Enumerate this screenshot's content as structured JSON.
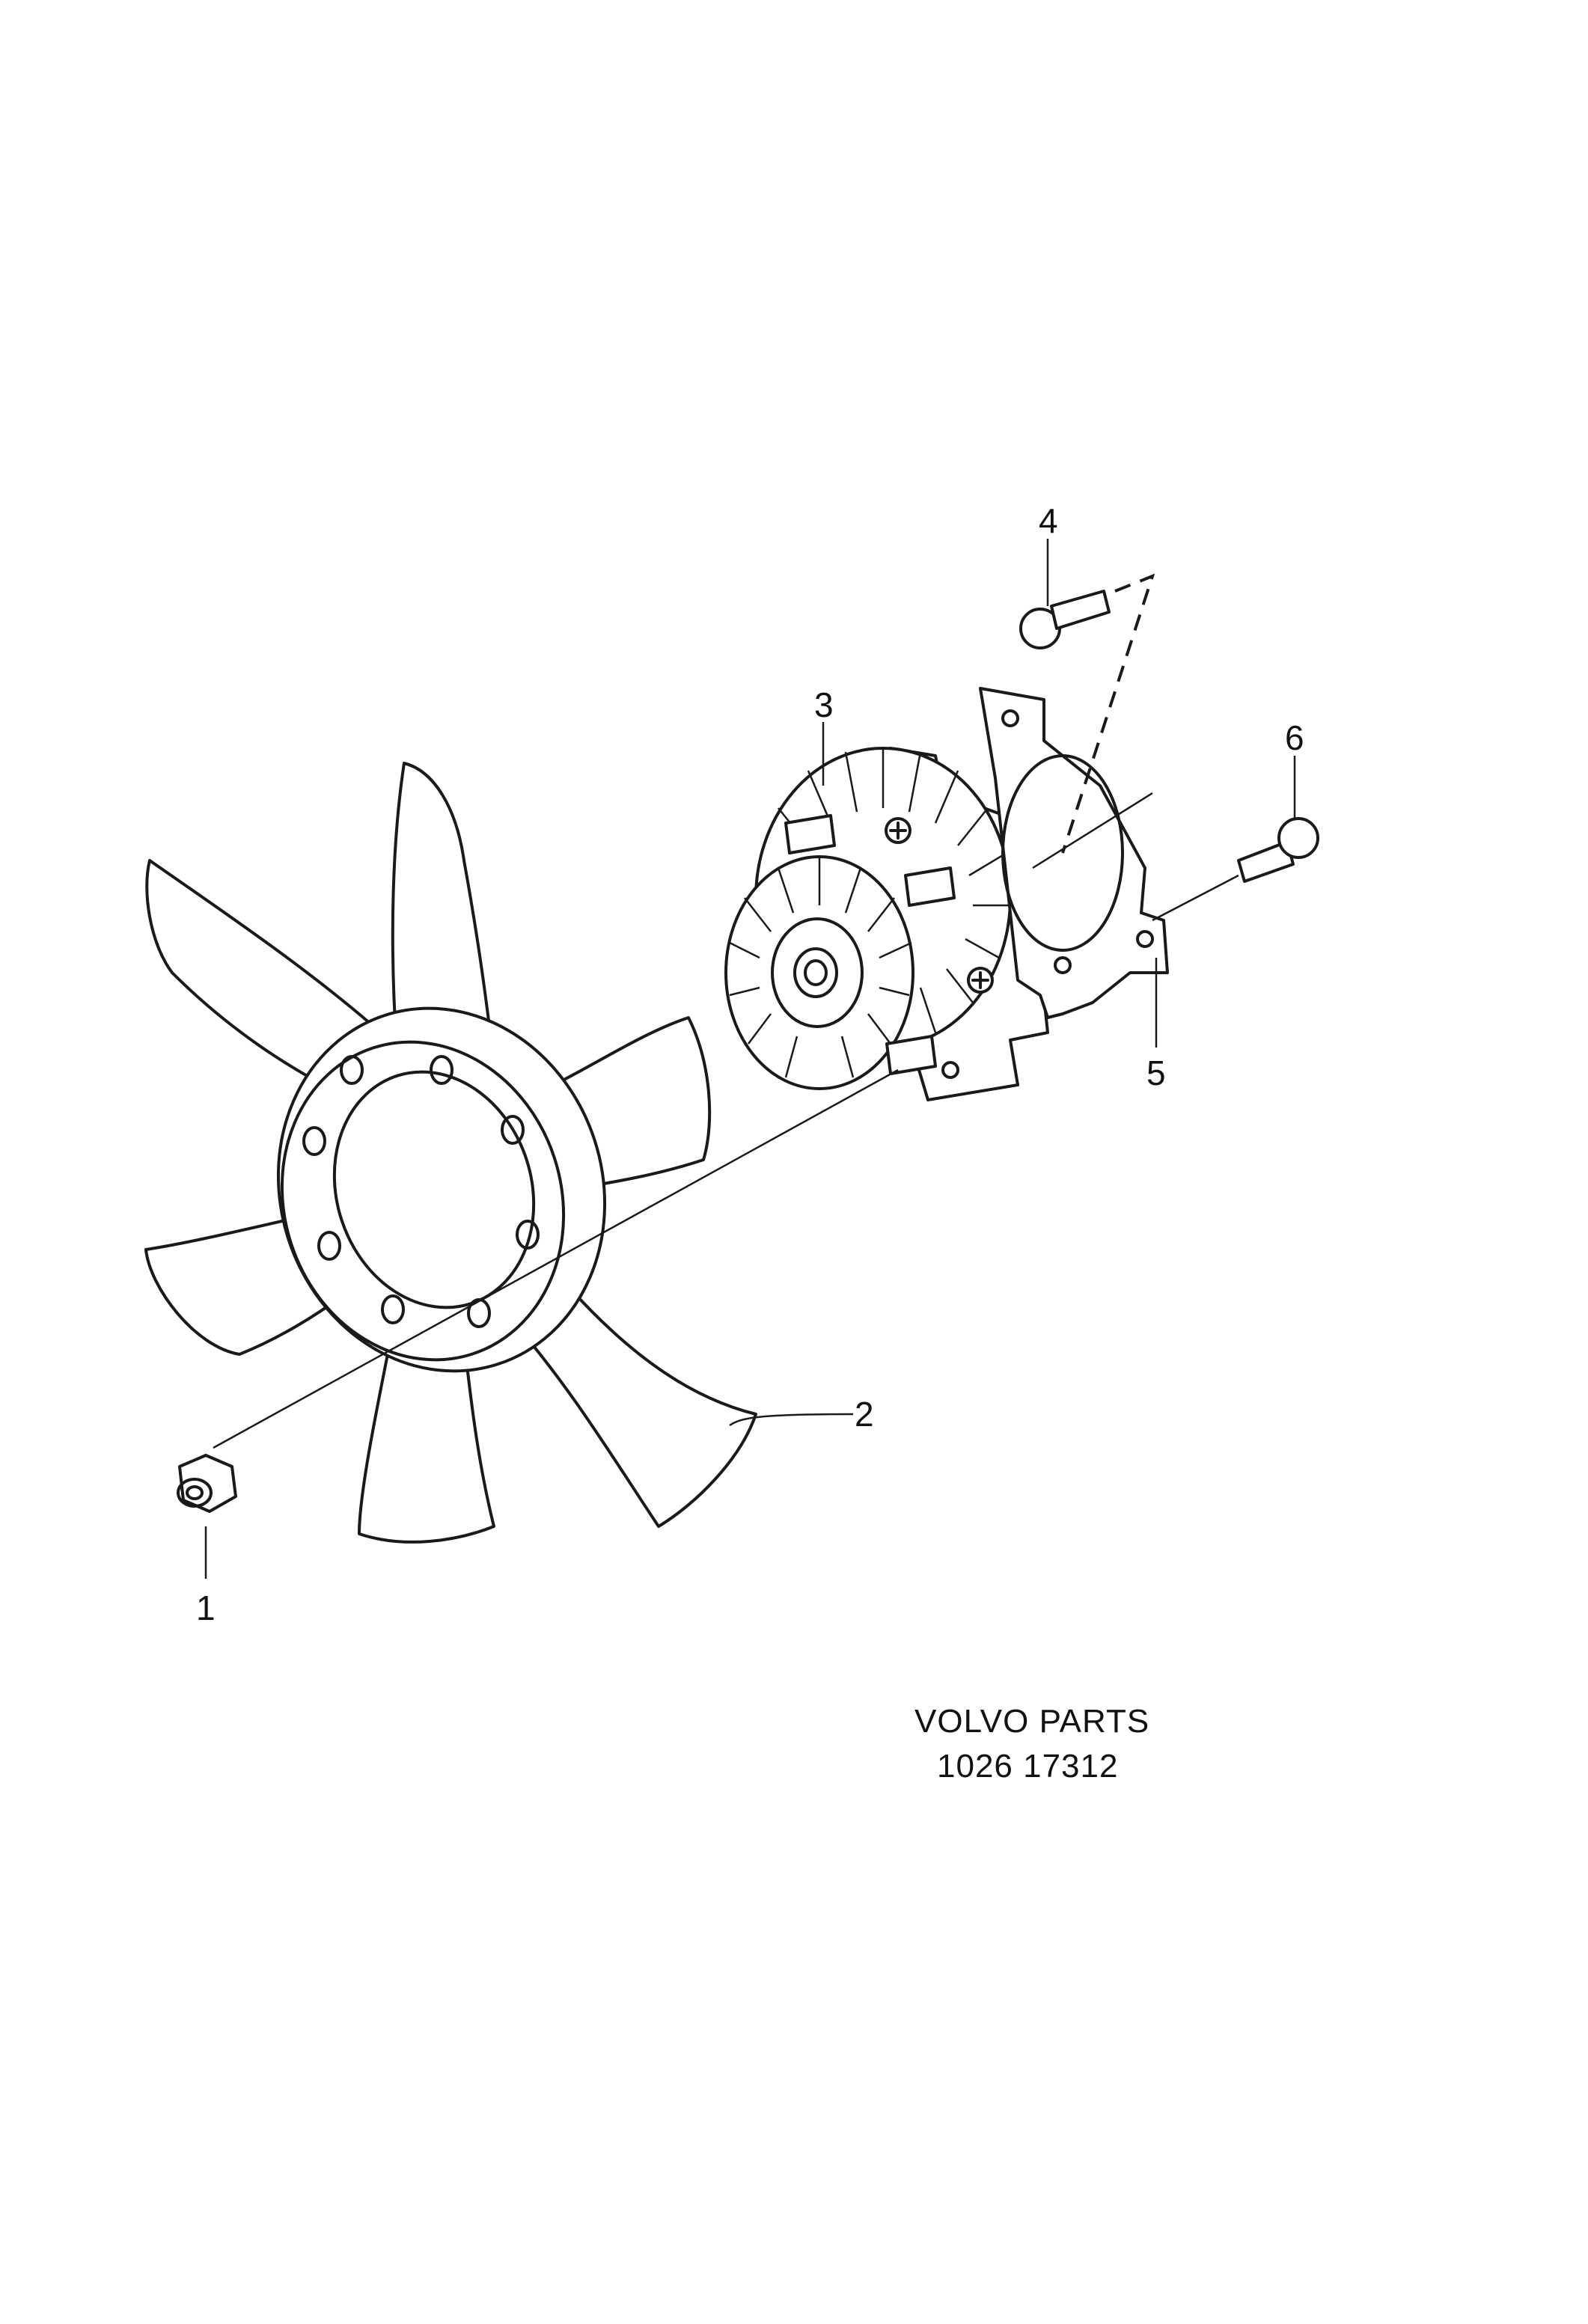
{
  "diagram": {
    "callouts": [
      {
        "id": "1",
        "label": "1"
      },
      {
        "id": "2",
        "label": "2"
      },
      {
        "id": "3",
        "label": "3"
      },
      {
        "id": "4",
        "label": "4"
      },
      {
        "id": "5",
        "label": "5"
      },
      {
        "id": "6",
        "label": "6"
      }
    ],
    "caption": {
      "line1": "VOLVO PARTS",
      "line2": "1026 17312"
    }
  }
}
